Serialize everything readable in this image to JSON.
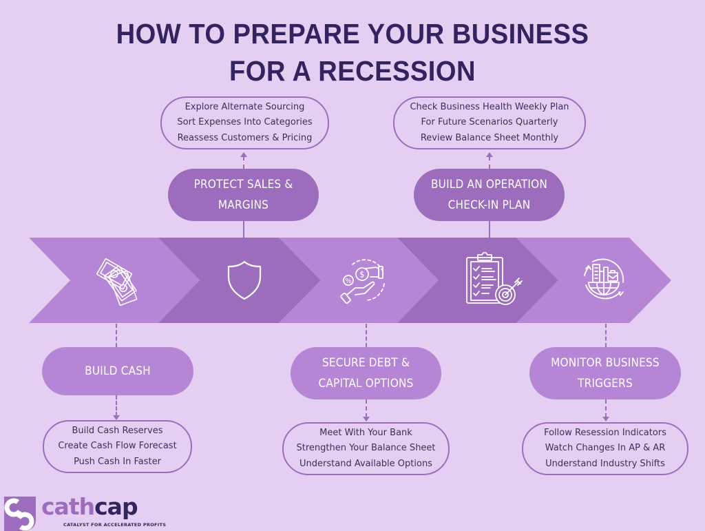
{
  "title": {
    "line1": "HOW TO PREPARE YOUR BUSINESS",
    "line2": "FOR A RECESSION"
  },
  "colors": {
    "background": "#e4cef2",
    "title": "#33245f",
    "chevron_light": "#b586d6",
    "chevron_dark": "#9b6dbc",
    "detail_text": "#3b2f5e",
    "pill_text": "#ffffff"
  },
  "steps": [
    {
      "label_line1": "BUILD CASH",
      "label_line2": "",
      "icon": "money-bills-icon",
      "position": "below",
      "details": [
        "Build Cash Reserves",
        "Create Cash Flow Forecast",
        "Push Cash In Faster"
      ]
    },
    {
      "label_line1": "PROTECT SALES &",
      "label_line2": "MARGINS",
      "icon": "shield-icon",
      "position": "above",
      "details": [
        "Explore Alternate Sourcing",
        "Sort Expenses Into Categories",
        "Reassess Customers & Pricing"
      ]
    },
    {
      "label_line1": "SECURE DEBT &",
      "label_line2": "CAPITAL OPTIONS",
      "icon": "hand-coins-percent-icon",
      "position": "below",
      "details": [
        "Meet With Your Bank",
        "Strengthen Your Balance Sheet",
        "Understand Available Options"
      ]
    },
    {
      "label_line1": "BUILD AN OPERATION",
      "label_line2": "CHECK-IN PLAN",
      "icon": "clipboard-target-icon",
      "position": "above",
      "details": [
        "Check Business Health Weekly Plan",
        "For Future Scenarios Quarterly",
        "Review Balance Sheet Monthly"
      ]
    },
    {
      "label_line1": "MONITOR BUSINESS",
      "label_line2": "TRIGGERS",
      "icon": "globe-business-cycle-icon",
      "position": "below",
      "details": [
        "Follow Resession Indicators",
        "Watch Changes In AP & AR",
        "Understand Industry Shifts"
      ]
    }
  ],
  "logo": {
    "name_part1": "cath",
    "name_part2": "cap",
    "tagline": "CATALYST FOR ACCELERATED PROFITS"
  }
}
